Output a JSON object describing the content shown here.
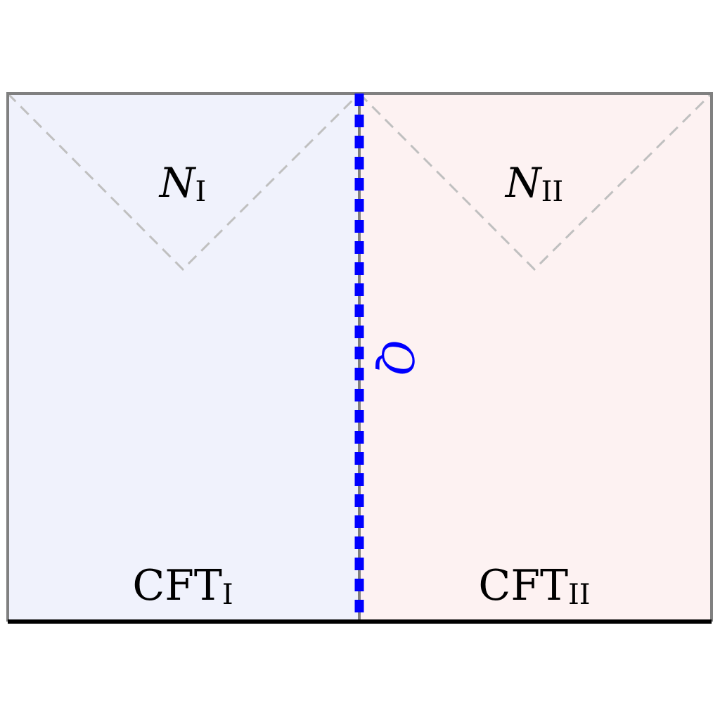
{
  "colors": {
    "region_left_fill": "#f0f2fc",
    "region_right_fill": "#fdf2f2",
    "frame_stroke": "#808080",
    "boundary_stroke": "#000000",
    "horizon_stroke": "#c0c0c0",
    "brane_stroke": "#0000ff",
    "brane_label": "#0000ff",
    "text": "#000000"
  },
  "regions": {
    "left": {
      "horizon_label": {
        "base": "N",
        "sub": "I"
      },
      "boundary_label": {
        "base": "CFT",
        "sub": "I"
      }
    },
    "right": {
      "horizon_label": {
        "base": "N",
        "sub": "II"
      },
      "boundary_label": {
        "base": "CFT",
        "sub": "II"
      }
    }
  },
  "brane": {
    "label": "Q"
  }
}
